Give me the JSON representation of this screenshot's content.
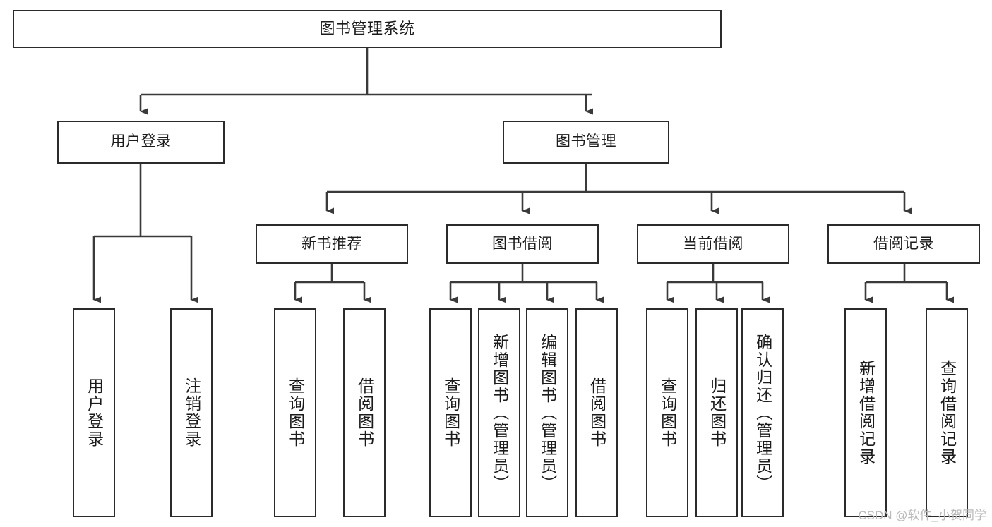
{
  "diagram": {
    "title": "图书管理系统",
    "type": "tree",
    "colors": {
      "box_border": "#2b2b2b",
      "box_fill": "#ffffff",
      "connector": "#3a3a3a",
      "text": "#1b1b1b",
      "background": "#ffffff",
      "watermark": "#b9b9b9"
    },
    "levels": {
      "level1": [
        {
          "id": "root",
          "label": "图书管理系统",
          "orientation": "horizontal"
        }
      ],
      "level2": [
        {
          "id": "user-login",
          "label": "用户登录",
          "orientation": "horizontal"
        },
        {
          "id": "book-management",
          "label": "图书管理",
          "orientation": "horizontal"
        }
      ],
      "level3": [
        {
          "id": "new-book-recommend",
          "label": "新书推荐",
          "orientation": "horizontal",
          "parent": "book-management"
        },
        {
          "id": "book-borrow",
          "label": "图书借阅",
          "orientation": "horizontal",
          "parent": "book-management"
        },
        {
          "id": "current-borrow",
          "label": "当前借阅",
          "orientation": "horizontal",
          "parent": "book-management"
        },
        {
          "id": "borrow-record",
          "label": "借阅记录",
          "orientation": "horizontal",
          "parent": "book-management"
        }
      ],
      "leaves": [
        {
          "id": "leaf-user-login",
          "label": "用户登录",
          "orientation": "vertical",
          "parent": "user-login"
        },
        {
          "id": "leaf-user-logout",
          "label": "注销登录",
          "orientation": "vertical",
          "parent": "user-login"
        },
        {
          "id": "leaf-query-book-1",
          "label": "查询图书",
          "orientation": "vertical",
          "parent": "new-book-recommend"
        },
        {
          "id": "leaf-borrow-book-1",
          "label": "借阅图书",
          "orientation": "vertical",
          "parent": "new-book-recommend"
        },
        {
          "id": "leaf-query-book-2",
          "label": "查询图书",
          "orientation": "vertical",
          "parent": "book-borrow"
        },
        {
          "id": "leaf-add-book",
          "label": "新增图书（管理员）",
          "orientation": "vertical",
          "parent": "book-borrow"
        },
        {
          "id": "leaf-edit-book",
          "label": "编辑图书（管理员）",
          "orientation": "vertical",
          "parent": "book-borrow"
        },
        {
          "id": "leaf-borrow-book-2",
          "label": "借阅图书",
          "orientation": "vertical",
          "parent": "book-borrow"
        },
        {
          "id": "leaf-query-book-3",
          "label": "查询图书",
          "orientation": "vertical",
          "parent": "current-borrow"
        },
        {
          "id": "leaf-return-book",
          "label": "归还图书",
          "orientation": "vertical",
          "parent": "current-borrow"
        },
        {
          "id": "leaf-confirm-return",
          "label": "确认归还（管理员）",
          "orientation": "vertical",
          "parent": "current-borrow"
        },
        {
          "id": "leaf-add-record",
          "label": "新增借阅记录",
          "orientation": "vertical",
          "parent": "borrow-record"
        },
        {
          "id": "leaf-query-record",
          "label": "查询借阅记录",
          "orientation": "vertical",
          "parent": "borrow-record"
        }
      ]
    },
    "watermark": "CSDN @软件_小贺同学"
  }
}
